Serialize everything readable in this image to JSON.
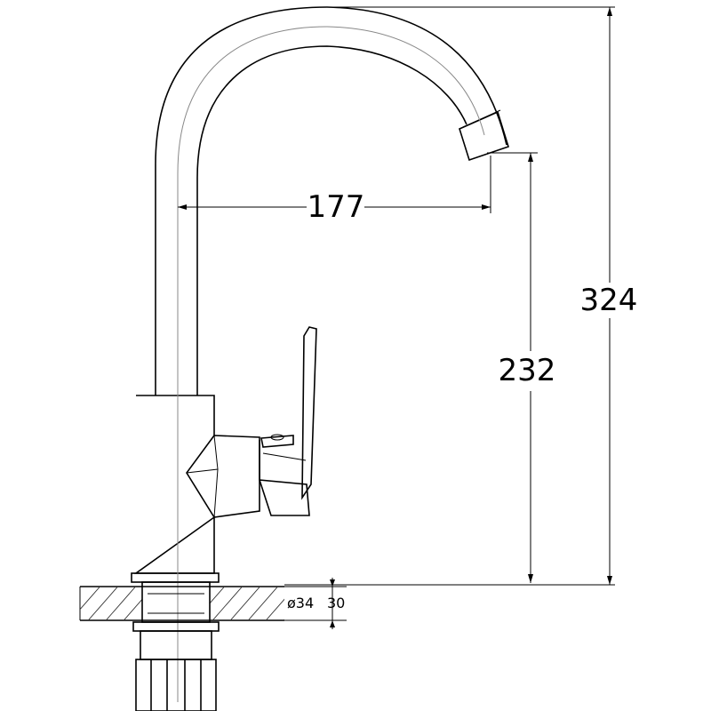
{
  "drawing": {
    "dimensions": {
      "spout_reach": "177",
      "spout_height": "232",
      "total_height": "324",
      "hole_diameter": "ø34",
      "max_counter_thickness": "30"
    }
  }
}
